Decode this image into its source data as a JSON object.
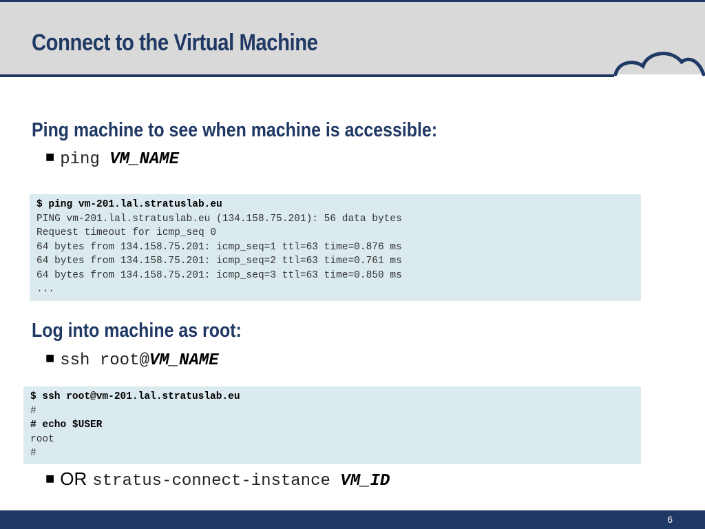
{
  "slide": {
    "title": "Connect to the Virtual Machine",
    "page_number": "6"
  },
  "section_ping": {
    "heading": "Ping machine to see when machine is accessible:",
    "bullet_command": "ping ",
    "bullet_arg": "VM_NAME",
    "code_lines": [
      {
        "text": "$ ping vm-201.lal.stratuslab.eu",
        "bold": true
      },
      {
        "text": "PING vm-201.lal.stratuslab.eu (134.158.75.201): 56 data bytes",
        "bold": false
      },
      {
        "text": "Request timeout for icmp_seq 0",
        "bold": false
      },
      {
        "text": "64 bytes from 134.158.75.201: icmp_seq=1 ttl=63 time=0.876 ms",
        "bold": false
      },
      {
        "text": "64 bytes from 134.158.75.201: icmp_seq=2 ttl=63 time=0.761 ms",
        "bold": false
      },
      {
        "text": "64 bytes from 134.158.75.201: icmp_seq=3 ttl=63 time=0.850 ms",
        "bold": false
      },
      {
        "text": "...",
        "bold": false
      }
    ]
  },
  "section_ssh": {
    "heading": "Log into machine as root:",
    "bullet_command": "ssh root@",
    "bullet_arg": "VM_NAME",
    "code_lines": [
      {
        "text": "$ ssh root@vm-201.lal.stratuslab.eu",
        "bold": true
      },
      {
        "text": "#",
        "bold": false
      },
      {
        "text": "# echo $USER",
        "bold": true
      },
      {
        "text": "root",
        "bold": false
      },
      {
        "text": "#",
        "bold": false
      }
    ],
    "or_word": "OR",
    "alt_command": "stratus-connect-instance ",
    "alt_arg": "VM_ID"
  },
  "colors": {
    "navy": "#1f3864",
    "header_gray": "#d9d9d9",
    "code_background": "#dbeaee"
  },
  "icons": {
    "header_decoration": "cloud-icon",
    "bullet": "square-bullet-icon"
  }
}
